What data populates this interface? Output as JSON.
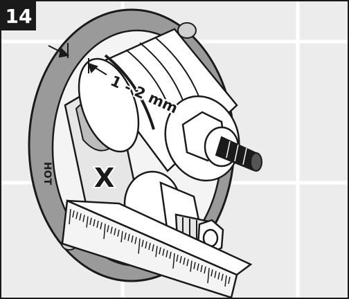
{
  "step": {
    "number": "14"
  },
  "annotations": {
    "gap_label": "1 - 2 mm",
    "variable_label": "X",
    "housing_text": "HOT"
  },
  "colors": {
    "outline": "#1a1a1a",
    "tile": "#ececec",
    "grout": "#ffffff",
    "plate": "#9a9a9a",
    "cartridge": "#ffffff",
    "shadow": "#bdbdbd"
  }
}
